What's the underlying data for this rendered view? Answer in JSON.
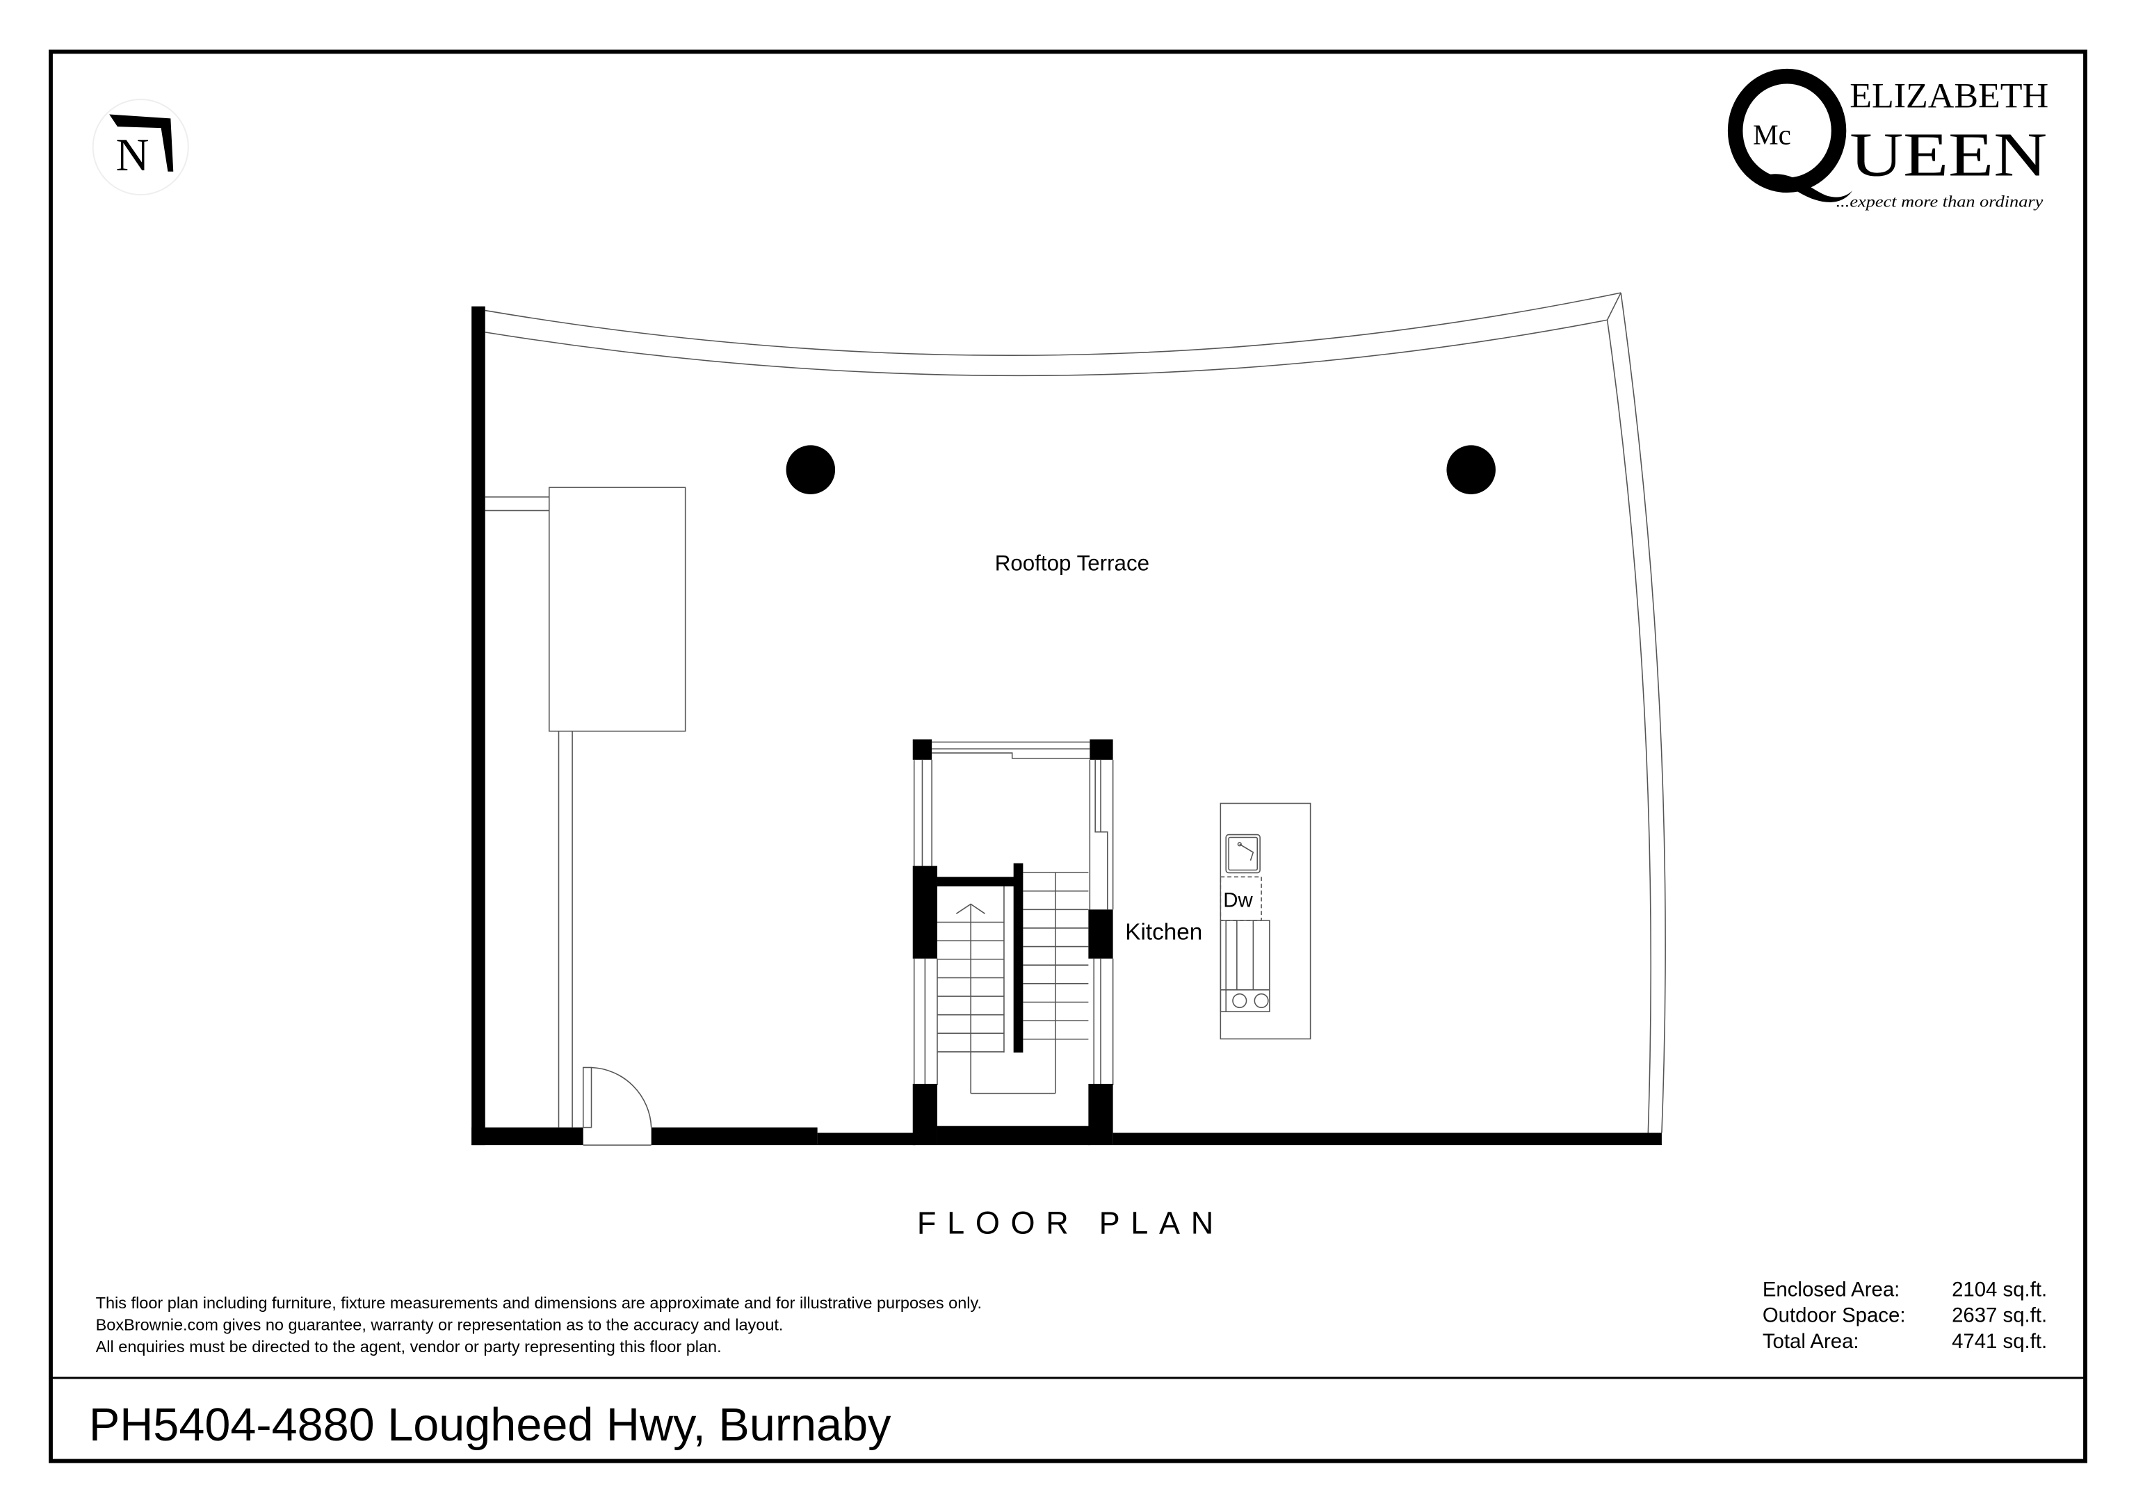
{
  "logo": {
    "monogram": "Mc",
    "big_letter": "Q",
    "first_name": "ELIZABETH",
    "last_name_rest": "UEEN",
    "tagline": "...expect more than ordinary"
  },
  "north_logo": {
    "letter": "N"
  },
  "rooms": {
    "terrace": "Rooftop Terrace",
    "kitchen": "Kitchen",
    "dishwasher": "Dw"
  },
  "plan_title": "FLOOR PLAN",
  "disclaimer": [
    "This floor plan including furniture, fixture measurements and dimensions are approximate and for illustrative purposes only.",
    "BoxBrownie.com gives no guarantee, warranty or representation as to the accuracy and layout.",
    "All enquiries must be directed to the agent, vendor or party representing this floor plan."
  ],
  "areas": [
    {
      "label": "Enclosed Area:",
      "value": "2104 sq.ft."
    },
    {
      "label": "Outdoor Space:",
      "value": "2637 sq.ft."
    },
    {
      "label": "Total Area:",
      "value": "4741 sq.ft."
    }
  ],
  "address": "PH5404-4880 Lougheed Hwy, Burnaby"
}
